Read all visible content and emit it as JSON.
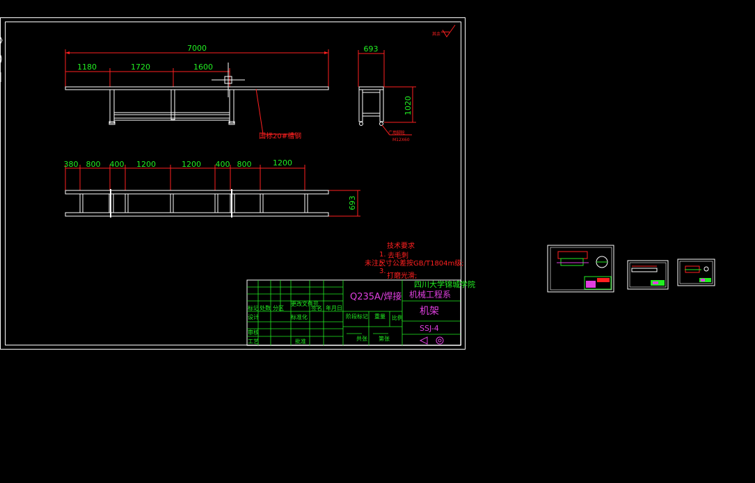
{
  "colors": {
    "background": "#000000",
    "frame": "#ffffff",
    "dimension": "#22ee22",
    "annotation": "#ff2020",
    "title_text": "#e040e0"
  },
  "top_view": {
    "total": "7000",
    "segments": [
      "1180",
      "1720",
      "1600"
    ],
    "leader_note": "国标20#槽钢"
  },
  "side_view": {
    "width": "693",
    "height": "1020",
    "leader_note_line1": "广用脚轮",
    "leader_note_line2": "M12X60"
  },
  "plan_view": {
    "segments": [
      "380",
      "800",
      "400",
      "1200",
      "1200",
      "400",
      "800",
      "1200"
    ],
    "depth": "693"
  },
  "tech_notes": {
    "heading": "技术要求",
    "line1": "1.",
    "line1_text": "去毛刺",
    "line2": "2.",
    "line2_text": "未注尺寸公差按GB/T1804m级;",
    "line3": "3.",
    "line3_text": "打磨光滑;"
  },
  "corner_mark": "其余",
  "title_block": {
    "material": "Q235A/焊接",
    "school_line1": "四川大学锦城学院",
    "school_line2": "机械工程系",
    "part_name": "机架",
    "drawing_no": "SSJ-4",
    "labels": {
      "mark": "标记",
      "count": "处数",
      "zone": "分区",
      "change_doc": "更改文件号",
      "sign": "签名",
      "date": "年月日",
      "design": "设计",
      "standardize": "标准化",
      "review": "审核",
      "process": "工艺",
      "approve": "批准",
      "stage": "阶段标记",
      "weight": "重量",
      "scale": "比例",
      "sheets": "共张",
      "sheet": "第张"
    }
  }
}
